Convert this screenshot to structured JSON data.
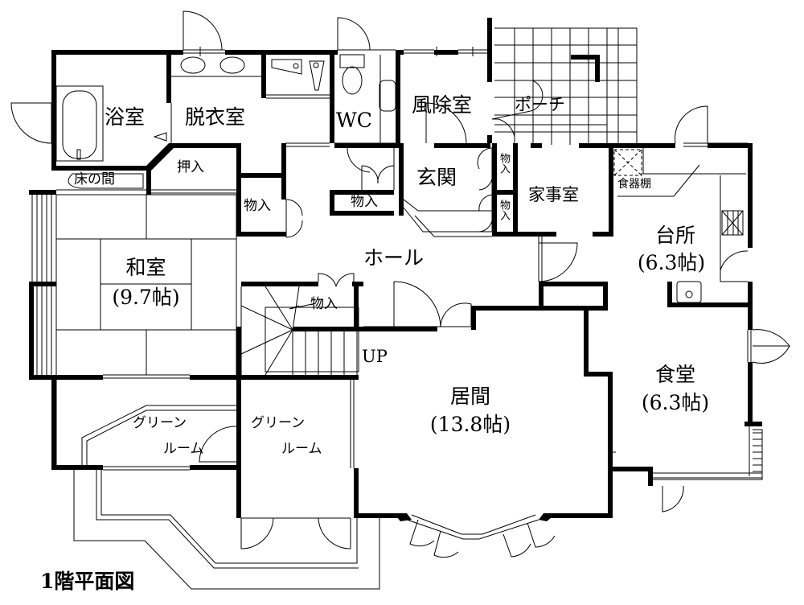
{
  "plan": {
    "title": "1階平面図",
    "rooms": {
      "bathroom": "浴室",
      "dressing_room": "脱衣室",
      "wc": "WC",
      "windbreak_room": "風除室",
      "porch": "ポーチ",
      "closet_oshiire": "押入",
      "tokonoma": "床の間",
      "storage_left": "物入",
      "storage_hall_top": "物入",
      "storage_entrance_1": "物入",
      "storage_entrance_2": "物入",
      "storage_stairs": "物入",
      "entrance": "玄関",
      "utility_room": "家事室",
      "cupboard": "食器棚",
      "kitchen": "台所",
      "kitchen_size": "(6.3帖)",
      "japanese_room": "和室",
      "japanese_room_size": "(9.7帖)",
      "hall": "ホール",
      "stairs_up": "UP",
      "living_room": "居間",
      "living_room_size": "(13.8帖)",
      "dining_room": "食堂",
      "dining_room_size": "(6.3帖)",
      "green_room_left_1": "グリーン",
      "green_room_left_2": "ルーム",
      "green_room_right_1": "グリーン",
      "green_room_right_2": "ルーム"
    }
  }
}
